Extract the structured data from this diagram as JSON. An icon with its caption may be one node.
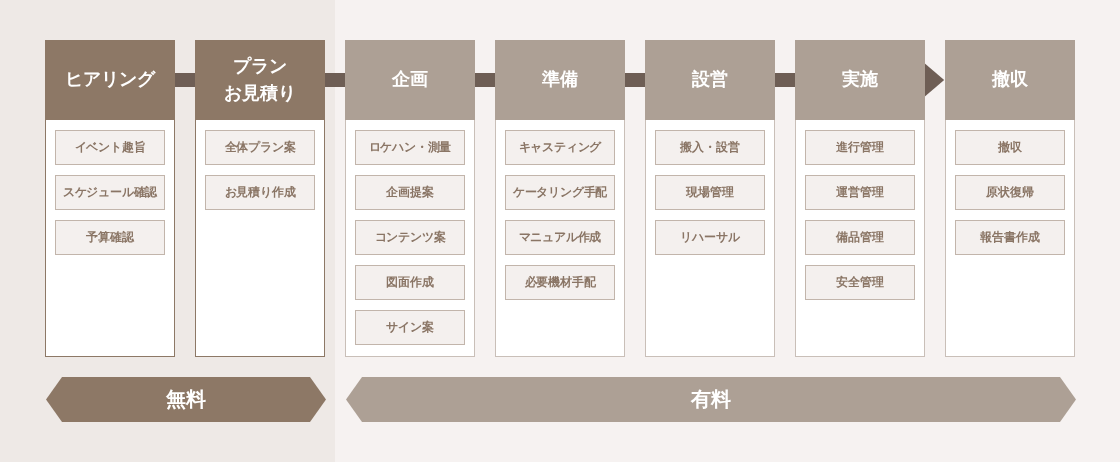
{
  "diagram": {
    "nodes": [
      {
        "text": [
          "ヒアリング"
        ]
      },
      {
        "text": [
          "イベント趣旨"
        ],
        "in": 0
      },
      {
        "text": [
          "スケジュール確認"
        ],
        "in": 0
      },
      {
        "text": [
          "予算確認"
        ],
        "in": 0
      },
      {
        "text": [
          "プラン",
          "お見積り"
        ]
      },
      {
        "text": [
          "全体プラン案"
        ],
        "in": 4
      },
      {
        "text": [
          "お見積り作成"
        ],
        "in": 4
      },
      {
        "text": [
          "企画"
        ]
      },
      {
        "text": [
          "ロケハン・測量"
        ],
        "in": 7
      },
      {
        "text": [
          "企画提案"
        ],
        "in": 7
      },
      {
        "text": [
          "コンテンツ案"
        ],
        "in": 7
      },
      {
        "text": [
          "図面作成"
        ],
        "in": 7
      },
      {
        "text": [
          "サイン案"
        ],
        "in": 7
      },
      {
        "text": [
          "準備"
        ]
      },
      {
        "text": [
          "キャスティング"
        ],
        "in": 13
      },
      {
        "text": [
          "ケータリング手配"
        ],
        "in": 13
      },
      {
        "text": [
          "マニュアル作成"
        ],
        "in": 13
      },
      {
        "text": [
          "必要機材手配"
        ],
        "in": 13
      },
      {
        "text": [
          "設営"
        ]
      },
      {
        "text": [
          "搬入・設営"
        ],
        "in": 18
      },
      {
        "text": [
          "現場管理"
        ],
        "in": 18
      },
      {
        "text": [
          "リハーサル"
        ],
        "in": 18
      },
      {
        "text": [
          "実施"
        ]
      },
      {
        "text": [
          "進行管理"
        ],
        "in": 22
      },
      {
        "text": [
          "運営管理"
        ],
        "in": 22
      },
      {
        "text": [
          "備品管理"
        ],
        "in": 22
      },
      {
        "text": [
          "安全管理"
        ],
        "in": 22
      },
      {
        "text": [
          "撤収"
        ]
      },
      {
        "text": [
          "撤収"
        ],
        "in": 27
      },
      {
        "text": [
          "原状復帰"
        ],
        "in": 27
      },
      {
        "text": [
          "報告書作成"
        ],
        "in": 27
      },
      {
        "text": [
          "無料"
        ]
      },
      {
        "text": [
          "有料"
        ]
      }
    ],
    "edges": [
      {
        "from": 0,
        "to": 4,
        "arrow": "none"
      },
      {
        "from": 4,
        "to": 7,
        "arrow": "none"
      },
      {
        "from": 7,
        "to": 13,
        "arrow": "none"
      },
      {
        "from": 13,
        "to": 18,
        "arrow": "none"
      },
      {
        "from": 18,
        "to": 22,
        "arrow": "none"
      },
      {
        "from": 22,
        "to": 27,
        "arrow": "to"
      }
    ]
  }
}
